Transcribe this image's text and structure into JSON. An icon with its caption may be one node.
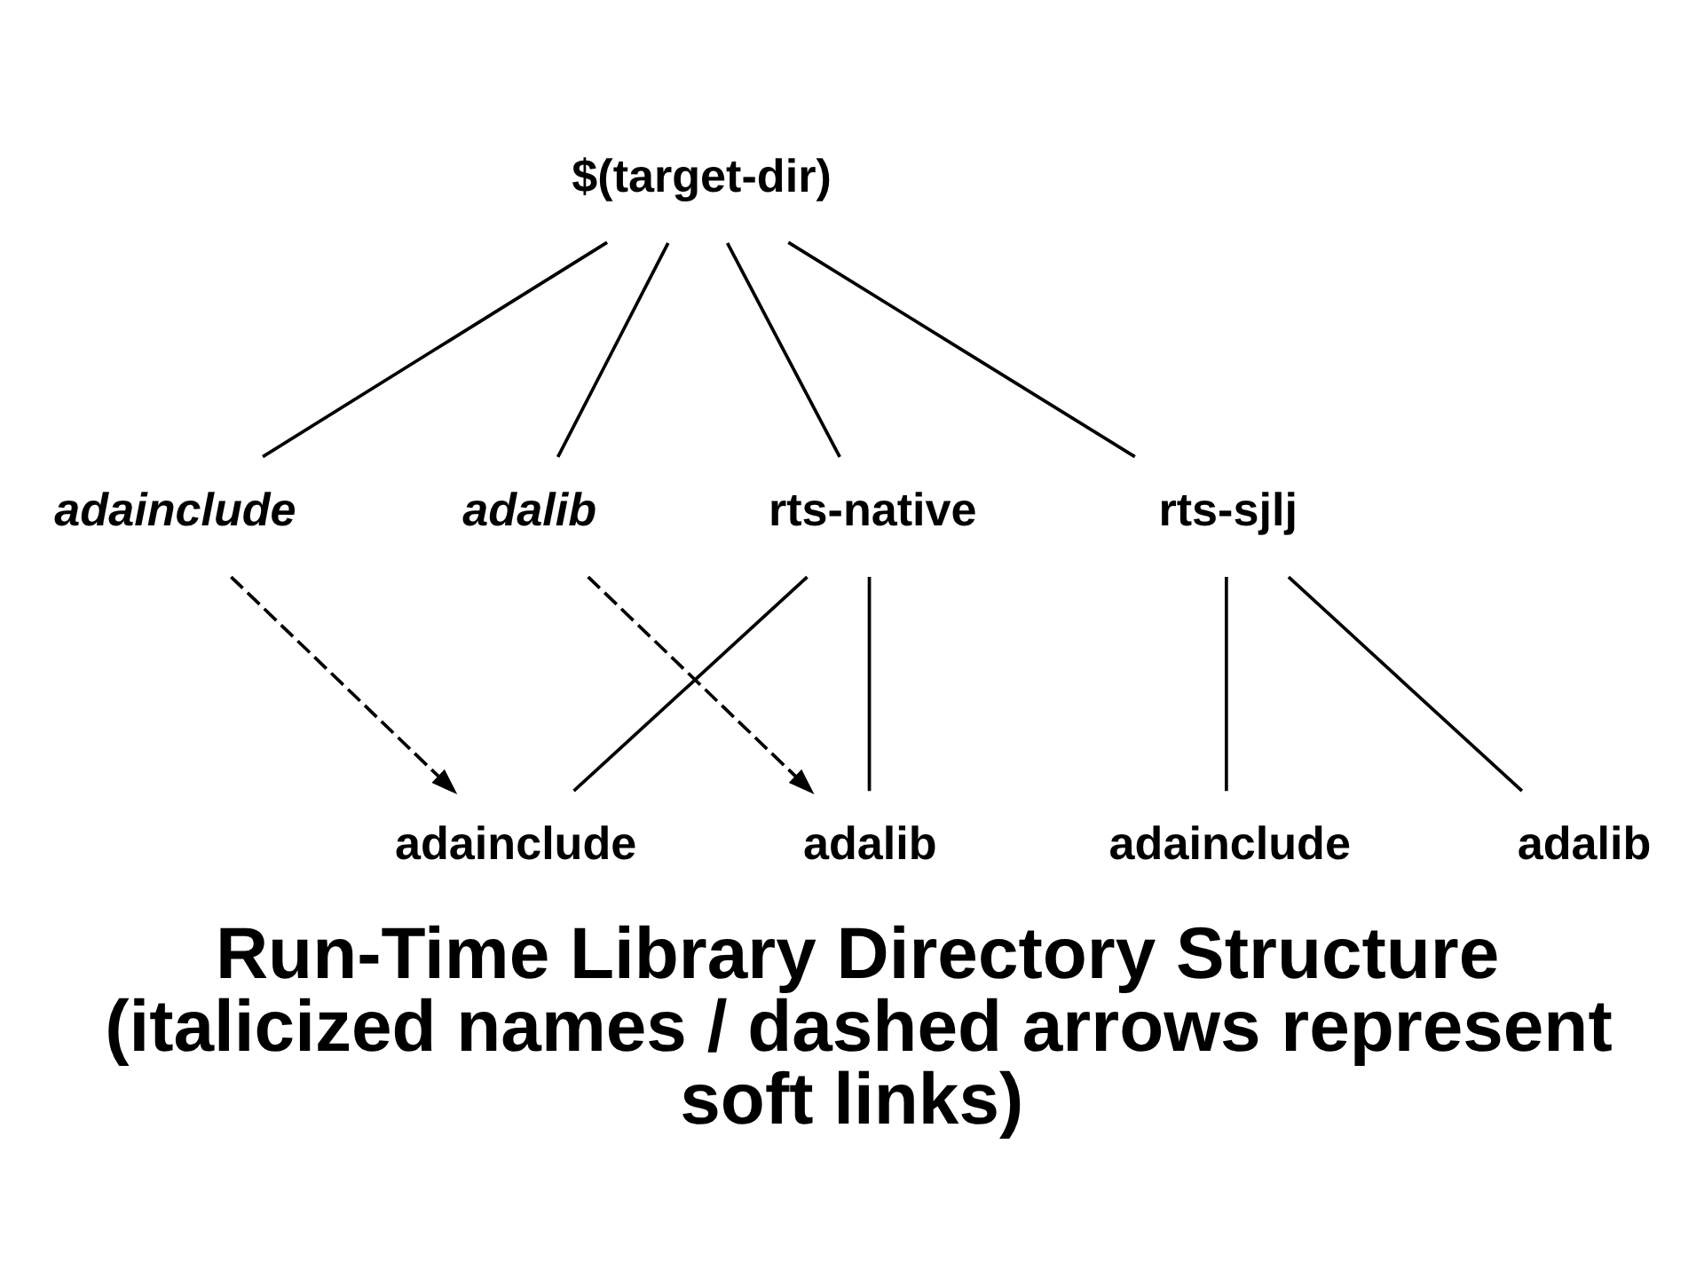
{
  "diagram": {
    "caption": "Run-Time Library Directory Structure (italicized names / dashed arrows represent soft links)",
    "nodes": [
      {
        "text": [
          "$(target-dir)"
        ]
      },
      {
        "text": [
          "adainclude"
        ]
      },
      {
        "text": [
          "adalib"
        ]
      },
      {
        "text": [
          "rts-native"
        ]
      },
      {
        "text": [
          "rts-sjlj"
        ]
      },
      {
        "text": [
          "adainclude"
        ]
      },
      {
        "text": [
          "adalib"
        ]
      },
      {
        "text": [
          "adainclude"
        ]
      },
      {
        "text": [
          "adalib"
        ]
      }
    ],
    "edges": [
      {
        "from": 0,
        "to": 1,
        "arrow": "none"
      },
      {
        "from": 0,
        "to": 2,
        "arrow": "none"
      },
      {
        "from": 0,
        "to": 3,
        "arrow": "none"
      },
      {
        "from": 0,
        "to": 4,
        "arrow": "none"
      },
      {
        "from": 3,
        "to": 5,
        "arrow": "none"
      },
      {
        "from": 3,
        "to": 6,
        "arrow": "none"
      },
      {
        "from": 4,
        "to": 7,
        "arrow": "none"
      },
      {
        "from": 4,
        "to": 8,
        "arrow": "none"
      },
      {
        "from": 1,
        "to": 5,
        "arrow": "to",
        "style": "dashed"
      },
      {
        "from": 2,
        "to": 6,
        "arrow": "to",
        "style": "dashed"
      }
    ]
  }
}
